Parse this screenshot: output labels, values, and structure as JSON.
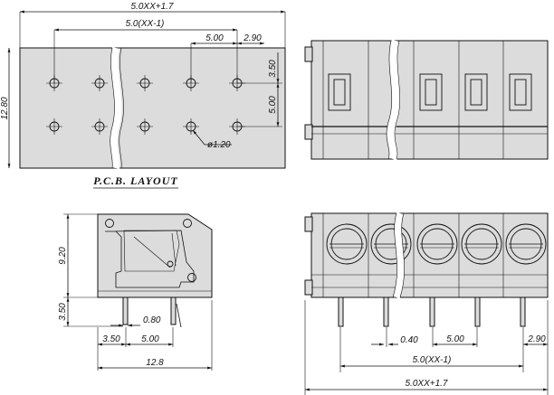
{
  "pcb_layout": {
    "title": "P.C.B. LAYOUT",
    "dims": {
      "overall_width": "5.0XX+1.7",
      "pitch_span": "5.0(XX-1)",
      "pitch": "5.00",
      "edge_offset": "2.90",
      "height": "12.80",
      "row_offset": "3.50",
      "row_pitch": "5.00",
      "hole_dia": "ø1.20"
    }
  },
  "side_view": {
    "dims": {
      "height_above": "9.20",
      "height_below": "3.50",
      "pin_width": "0.80",
      "pin_offset_1": "3.50",
      "pin_offset_2": "5.00",
      "depth": "12.8"
    }
  },
  "front_view": {
    "dims": {
      "pin_thickness": "0.40",
      "pitch": "5.00",
      "edge_offset": "2.90",
      "pitch_span": "5.0(XX-1)",
      "overall_width": "5.0XX+1.7"
    }
  },
  "colors": {
    "body": "#dcdcdc",
    "line": "#111111",
    "background": "#ffffff"
  }
}
